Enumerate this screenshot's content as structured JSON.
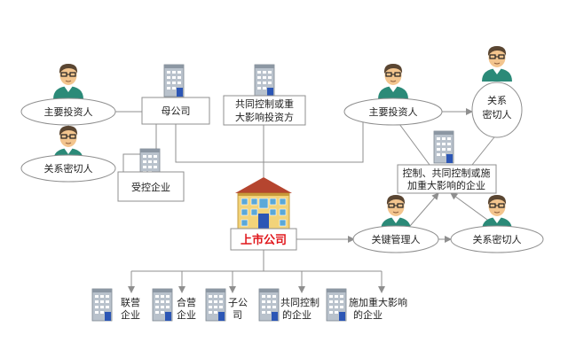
{
  "nodes": {
    "mother_company": "母公司",
    "joint_control_investor_l1": "共同控制或重",
    "joint_control_investor_l2": "大影响投资方",
    "main_investor_left": "主要投资人",
    "close_person_left": "关系密切人",
    "controlled_company": "受控企业",
    "listed_company": "上市公司",
    "main_investor_right": "主要投资人",
    "close_person_right_top_l1": "关系",
    "close_person_right_top_l2": "密切人",
    "controlled_influence_l1": "控制、共同控制或施",
    "controlled_influence_l2": "加重大影响的企业",
    "key_manager": "关键管理人",
    "close_person_right_bottom": "关系密切人",
    "joint_venture_l1": "联营",
    "joint_venture_l2": "企业",
    "cooperative_l1": "合营",
    "cooperative_l2": "企业",
    "subsidiary_l1": "子公",
    "subsidiary_l2": "司",
    "jointly_controlled_l1": "共同控制",
    "jointly_controlled_l2": "的企业",
    "influenced_l1": "施加重大影响",
    "influenced_l2": "的企业"
  },
  "icons": {
    "person": "person-icon",
    "building": "office-building-icon",
    "listed_building": "listed-company-building-icon"
  },
  "colors": {
    "line": "#8f8f8f",
    "box_border": "#8f8f8f",
    "listed_text": "#e0161b",
    "building_body": "#b9c2cc",
    "building_door": "#2c56b5",
    "skin": "#f3c58e",
    "hair": "#5a4632",
    "shirt": "#2b8a78"
  }
}
